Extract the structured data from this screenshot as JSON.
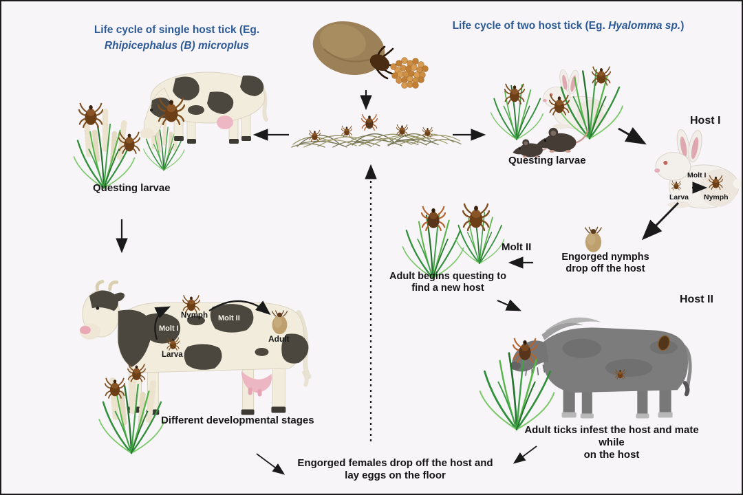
{
  "left_cycle": {
    "title_line1": "Life cycle of single host tick  (Eg.",
    "title_line2": "Rhipicephalus (B) microplus",
    "questing_label": "Questing larvae",
    "stages": {
      "molt1": "Molt I",
      "larva": "Larva",
      "nymph": "Nymph",
      "molt2": "Molt II",
      "adult": "Adult"
    },
    "dev_stages_label": "Different developmental stages"
  },
  "right_cycle": {
    "title_prefix": "Life cycle of two host tick (Eg. ",
    "title_species": "Hyalomma sp.",
    "title_suffix": ")",
    "questing_label": "Questing larvae",
    "host1_label": "Host I",
    "host2_label": "Host II",
    "rabbit_stages": {
      "molt1": "Molt I",
      "larva": "Larva",
      "nymph": "Nymph"
    },
    "molt2_label": "Molt II",
    "engorged_nymphs_line1": "Engorged nymphs",
    "engorged_nymphs_line2": "drop off the host",
    "adult_questing_line1": "Adult begins questing to",
    "adult_questing_line2": "find a new host",
    "adult_infest_line1": "Adult ticks infest the host and mate while",
    "adult_infest_line2": "on the host"
  },
  "shared": {
    "engorged_females_line1": "Engorged females drop off the host and",
    "engorged_females_line2": "lay eggs on the floor"
  },
  "colors": {
    "title_blue": "#2b5a96",
    "background": "#f8f5f9",
    "text_dark": "#151515",
    "tick_brown": "#6d3f17",
    "engorged_tan": "#b79b66",
    "egg_orange": "#c98a3e"
  }
}
